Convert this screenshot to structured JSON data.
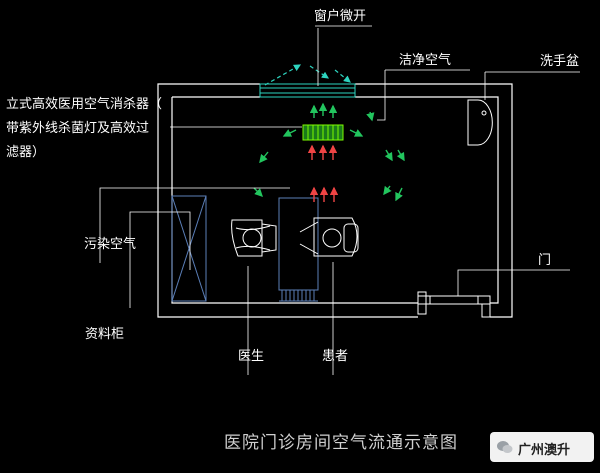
{
  "labels": {
    "window": "窗户微开",
    "clean_air": "洁净空气",
    "sink": "洗手盆",
    "disinfector_line1": "立式高效医用空气消杀器（",
    "disinfector_line2": "带紫外线杀菌灯及高效过",
    "disinfector_line3": "滤器）",
    "polluted_air": "污染空气",
    "door": "门",
    "cabinet": "资料柜",
    "doctor": "医生",
    "patient": "患者"
  },
  "title": "医院门诊房间空气流通示意图",
  "watermark": "广州澳升",
  "colors": {
    "background": "#000000",
    "walls": "#ffffff",
    "clean_arrows": "#22c55e",
    "window_arrows": "#2dd4bf",
    "polluted_arrows": "#ef4444",
    "leader_lines": "#ffffff"
  }
}
